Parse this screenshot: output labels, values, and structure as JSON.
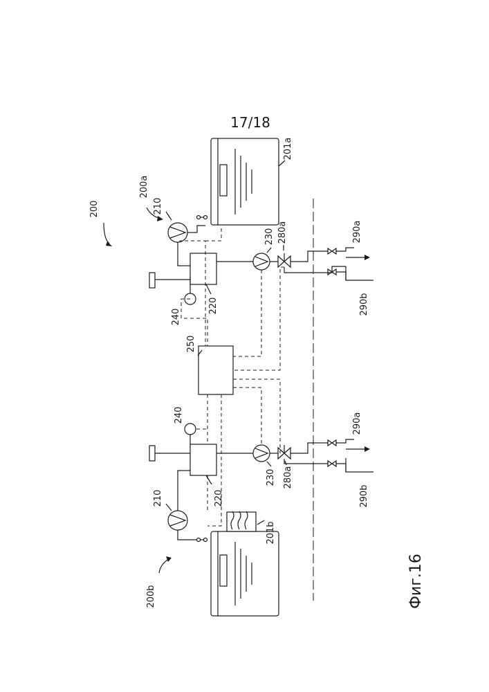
{
  "page_number": "17/18",
  "figure_caption": "Фиг.16",
  "labels": {
    "system": "200",
    "subsystem_a": "200a",
    "subsystem_b": "200b",
    "tank_a": "201a",
    "tank_b": "201b",
    "pump_top_a": "210",
    "pump_top_b": "210",
    "unit_a": "220",
    "unit_b": "220",
    "pump_bottom_a": "230",
    "pump_bottom_b": "230",
    "sensor_a": "240",
    "sensor_b": "240",
    "controller": "250",
    "valve_a": "280a",
    "valve_b": "280a",
    "outlet_a_top": "290a",
    "outlet_a_bottom": "290b",
    "outlet_b_top": "290a",
    "outlet_b_bottom": "290b"
  }
}
